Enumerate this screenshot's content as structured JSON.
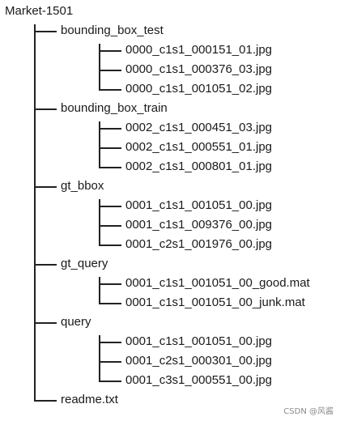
{
  "root": {
    "name": "Market-1501",
    "children": [
      {
        "name": "bounding_box_test",
        "children": [
          {
            "name": "0000_c1s1_000151_01.jpg"
          },
          {
            "name": "0000_c1s1_000376_03.jpg"
          },
          {
            "name": "0000_c1s1_001051_02.jpg"
          }
        ]
      },
      {
        "name": "bounding_box_train",
        "children": [
          {
            "name": "0002_c1s1_000451_03.jpg"
          },
          {
            "name": "0002_c1s1_000551_01.jpg"
          },
          {
            "name": "0002_c1s1_000801_01.jpg"
          }
        ]
      },
      {
        "name": "gt_bbox",
        "children": [
          {
            "name": "0001_c1s1_001051_00.jpg"
          },
          {
            "name": "0001_c1s1_009376_00.jpg"
          },
          {
            "name": "0001_c2s1_001976_00.jpg"
          }
        ]
      },
      {
        "name": "gt_query",
        "children": [
          {
            "name": "0001_c1s1_001051_00_good.mat"
          },
          {
            "name": "0001_c1s1_001051_00_junk.mat"
          }
        ]
      },
      {
        "name": "query",
        "children": [
          {
            "name": "0001_c1s1_001051_00.jpg"
          },
          {
            "name": "0001_c2s1_000301_00.jpg"
          },
          {
            "name": "0001_c3s1_000551_00.jpg"
          }
        ]
      },
      {
        "name": "readme.txt"
      }
    ]
  },
  "watermark": "CSDN @风酱"
}
